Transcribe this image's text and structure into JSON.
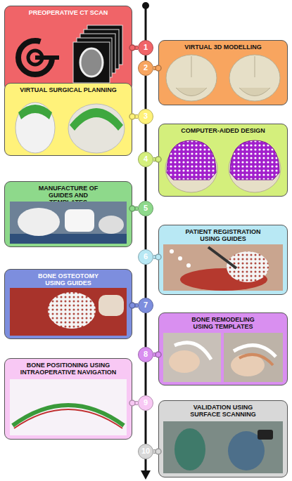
{
  "diagram": {
    "nodes": [
      {
        "text": [
          "PREOPERATIVE CT SCAN"
        ]
      },
      {
        "text": [
          "1"
        ]
      },
      {
        "text": [
          "VIRTUAL 3D MODELLING"
        ]
      },
      {
        "text": [
          "2"
        ]
      },
      {
        "text": [
          "VIRTUAL SURGICAL PLANNING"
        ]
      },
      {
        "text": [
          "3"
        ]
      },
      {
        "text": [
          "COMPUTER-AIDED DESIGN"
        ]
      },
      {
        "text": [
          "4"
        ]
      },
      {
        "text": [
          "MANUFACTURE OF GUIDES AND TEMPLATES"
        ]
      },
      {
        "text": [
          "5"
        ]
      },
      {
        "text": [
          "PATIENT REGISTRATION USING GUIDES"
        ]
      },
      {
        "text": [
          "6"
        ]
      },
      {
        "text": [
          "BONE OSTEOTOMY USING GUIDES"
        ]
      },
      {
        "text": [
          "7"
        ]
      },
      {
        "text": [
          "BONE REMODELING USING TEMPLATES"
        ]
      },
      {
        "text": [
          "8"
        ]
      },
      {
        "text": [
          "BONE POSITIONING USING INTRAOPERATIVE NAVIGATION"
        ]
      },
      {
        "text": [
          "9"
        ]
      },
      {
        "text": [
          "VALIDATION USING SURFACE SCANNING"
        ]
      },
      {
        "text": [
          "10"
        ]
      }
    ],
    "edges": [
      {
        "from": 0,
        "to": 1,
        "arrow": "none"
      },
      {
        "from": 2,
        "to": 3,
        "arrow": "none"
      },
      {
        "from": 4,
        "to": 5,
        "arrow": "none"
      },
      {
        "from": 6,
        "to": 7,
        "arrow": "none"
      },
      {
        "from": 8,
        "to": 9,
        "arrow": "none"
      },
      {
        "from": 10,
        "to": 11,
        "arrow": "none"
      },
      {
        "from": 12,
        "to": 13,
        "arrow": "none"
      },
      {
        "from": 14,
        "to": 15,
        "arrow": "none"
      },
      {
        "from": 16,
        "to": 17,
        "arrow": "none"
      },
      {
        "from": 18,
        "to": 19,
        "arrow": "none"
      },
      {
        "from": 1,
        "to": 3,
        "arrow": "none"
      },
      {
        "from": 3,
        "to": 5,
        "arrow": "none"
      },
      {
        "from": 5,
        "to": 7,
        "arrow": "none"
      },
      {
        "from": 7,
        "to": 9,
        "arrow": "none"
      },
      {
        "from": 9,
        "to": 11,
        "arrow": "none"
      },
      {
        "from": 11,
        "to": 13,
        "arrow": "none"
      },
      {
        "from": 13,
        "to": 15,
        "arrow": "none"
      },
      {
        "from": 15,
        "to": 17,
        "arrow": "none"
      },
      {
        "from": 17,
        "to": 19,
        "arrow": "none"
      }
    ]
  }
}
